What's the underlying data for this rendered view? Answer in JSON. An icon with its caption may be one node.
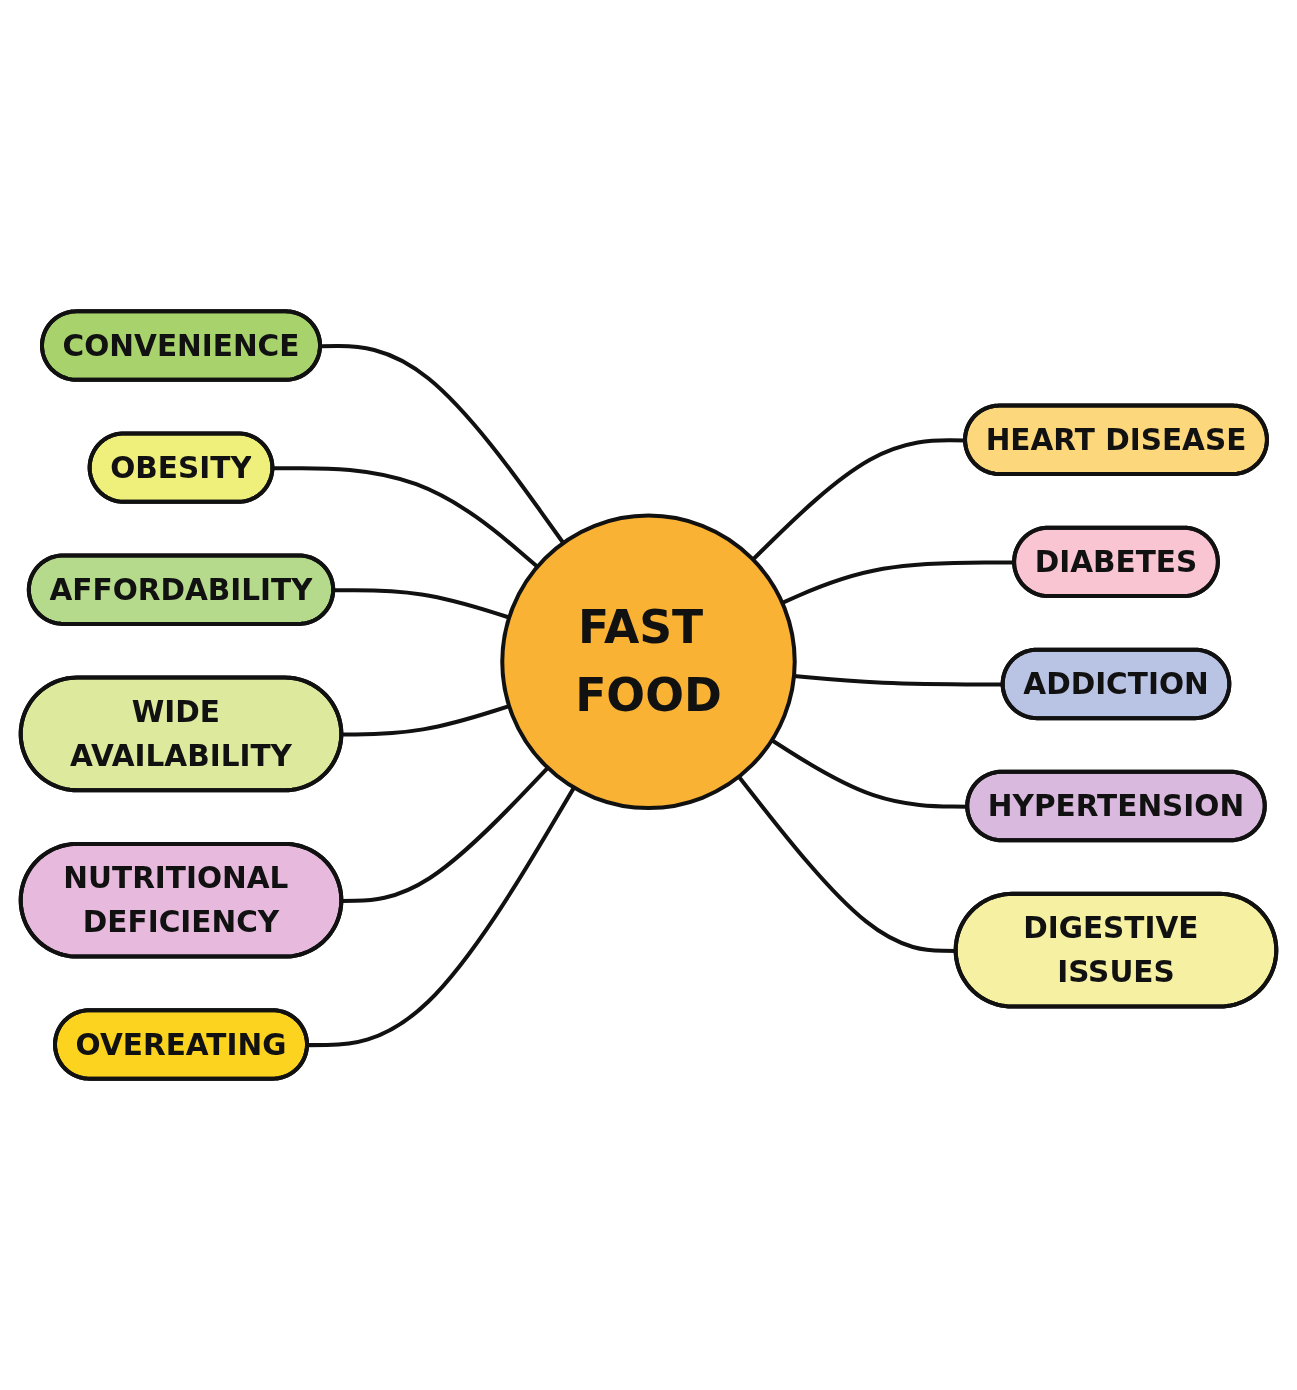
{
  "diagram": {
    "nodes": [
      {
        "text": [
          "CONVENIENCE"
        ]
      },
      {
        "text": [
          "OBESITY"
        ]
      },
      {
        "text": [
          "HEART DISEASE"
        ]
      },
      {
        "text": [
          "AFFORDABILITY"
        ]
      },
      {
        "text": [
          "DIABETES"
        ]
      },
      {
        "text": [
          "FAST FOOD"
        ]
      },
      {
        "text": [
          "ADDICTION"
        ]
      },
      {
        "text": [
          "WIDE AVAILABILITY"
        ]
      },
      {
        "text": [
          "HYPERTENSION"
        ]
      },
      {
        "text": [
          "NUTRITIONAL DEFICIENCY"
        ]
      },
      {
        "text": [
          "OVEREATING"
        ]
      },
      {
        "text": [
          "DIGESTIVE ISSUES"
        ]
      }
    ],
    "edges": [
      {
        "from": 0,
        "to": 5,
        "arrow": "none"
      },
      {
        "from": 1,
        "to": 5,
        "arrow": "none"
      },
      {
        "from": 5,
        "to": 2,
        "arrow": "none"
      },
      {
        "from": 3,
        "to": 5,
        "arrow": "none"
      },
      {
        "from": 5,
        "to": 4,
        "arrow": "none"
      },
      {
        "from": 5,
        "to": 6,
        "arrow": "none"
      },
      {
        "from": 7,
        "to": 5,
        "arrow": "none"
      },
      {
        "from": 5,
        "to": 8,
        "arrow": "none"
      },
      {
        "from": 9,
        "to": 5,
        "arrow": "none"
      },
      {
        "from": 10,
        "to": 5,
        "arrow": "none"
      },
      {
        "from": 5,
        "to": 11,
        "arrow": "none"
      }
    ]
  }
}
